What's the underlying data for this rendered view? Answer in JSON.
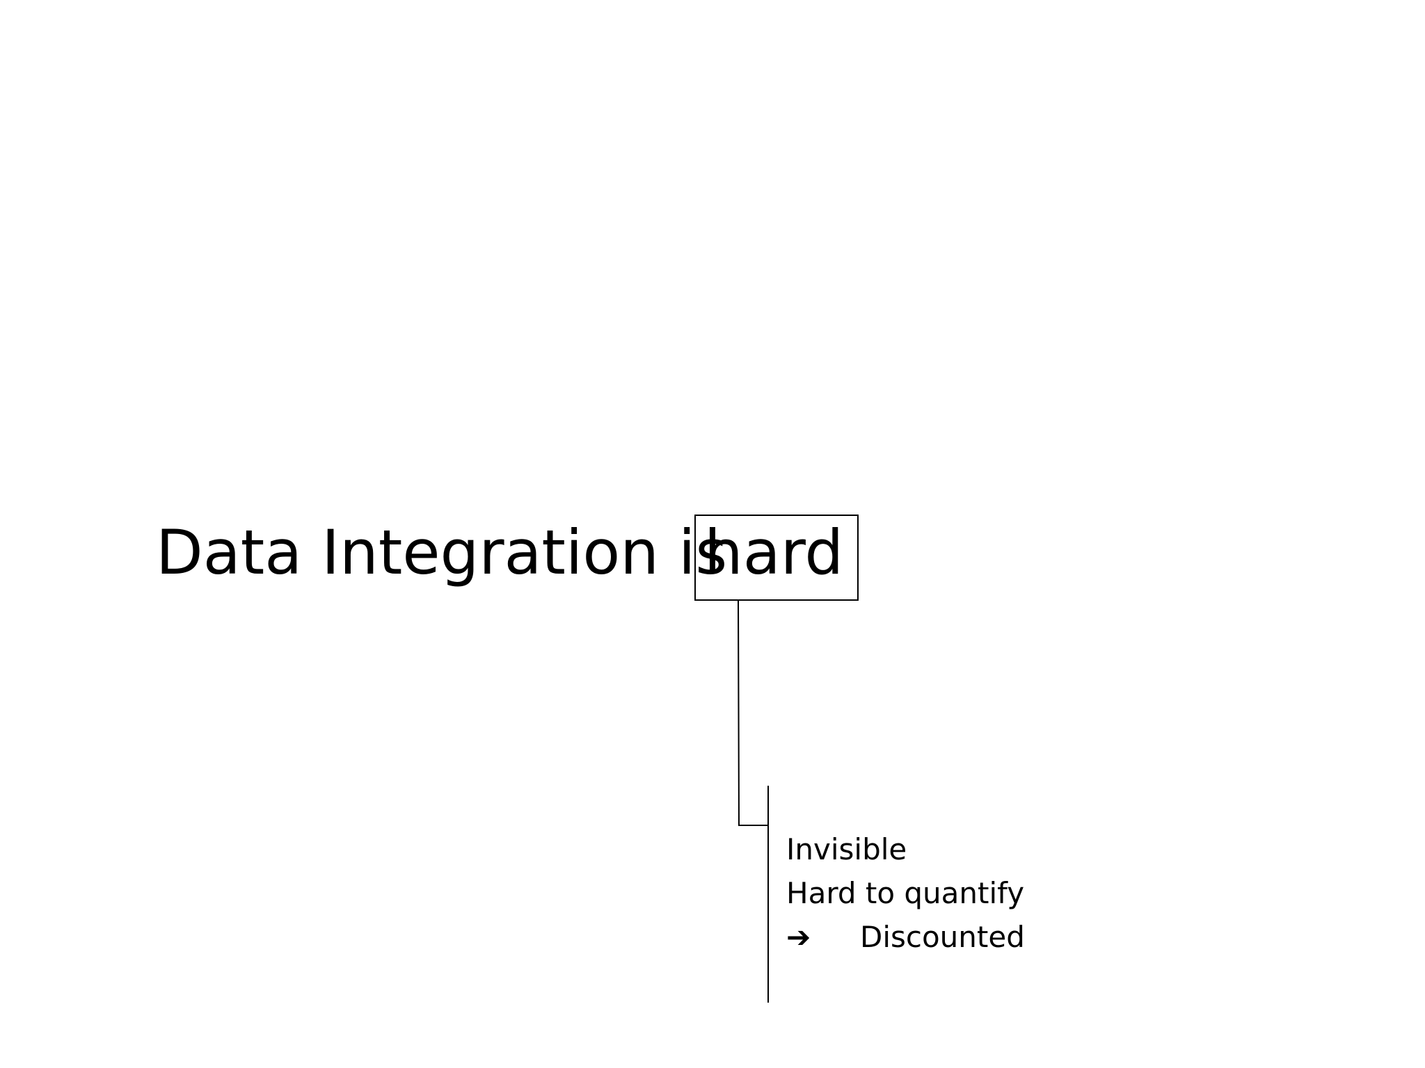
{
  "slide": {
    "title_prefix": "Data Integration is",
    "title_highlight": "hard",
    "notes": [
      "Invisible",
      "Hard to quantify"
    ],
    "conclusion": {
      "arrow": "➔",
      "text": "Discounted"
    }
  }
}
